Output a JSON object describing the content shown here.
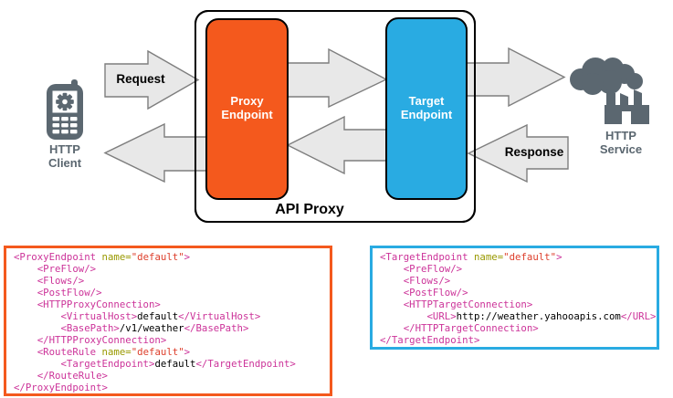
{
  "colors": {
    "proxy_orange": "#F4591D",
    "target_blue": "#29ABE2",
    "icon_gray": "#5B6770",
    "arrow_fill": "#E8E8E8",
    "arrow_stroke": "#7E7E7E",
    "syntax_tag": "#CC3399",
    "syntax_attr": "#999900",
    "syntax_value": "#DD3E2B",
    "syntax_text": "#000000"
  },
  "diagram": {
    "http_client": {
      "label_line1": "HTTP",
      "label_line2": "Client"
    },
    "http_service": {
      "label_line1": "HTTP",
      "label_line2": "Service"
    },
    "api_proxy_label": "API Proxy",
    "proxy_endpoint": {
      "line1": "Proxy",
      "line2": "Endpoint"
    },
    "target_endpoint": {
      "line1": "Target",
      "line2": "Endpoint"
    },
    "request_label": "Request",
    "response_label": "Response"
  },
  "code_boxes": [
    {
      "id": "proxy-endpoint-code",
      "accent": "#F4591D",
      "lines": [
        [
          [
            "tag",
            "<ProxyEndpoint "
          ],
          [
            "attr",
            "name="
          ],
          [
            "val",
            "\"default\""
          ],
          [
            "tag",
            ">"
          ]
        ],
        [
          [
            "tag",
            "    <PreFlow/>"
          ]
        ],
        [
          [
            "tag",
            "    <Flows/>"
          ]
        ],
        [
          [
            "tag",
            "    <PostFlow/>"
          ]
        ],
        [
          [
            "tag",
            "    <HTTPProxyConnection>"
          ]
        ],
        [
          [
            "tag",
            "        <VirtualHost>"
          ],
          [
            "txt",
            "default"
          ],
          [
            "tag",
            "</VirtualHost>"
          ]
        ],
        [
          [
            "tag",
            "        <BasePath>"
          ],
          [
            "txt",
            "/v1/weather"
          ],
          [
            "tag",
            "</BasePath>"
          ]
        ],
        [
          [
            "tag",
            "    </HTTPProxyConnection>"
          ]
        ],
        [
          [
            "tag",
            "    <RouteRule "
          ],
          [
            "attr",
            "name="
          ],
          [
            "val",
            "\"default\""
          ],
          [
            "tag",
            ">"
          ]
        ],
        [
          [
            "tag",
            "        <TargetEndpoint>"
          ],
          [
            "txt",
            "default"
          ],
          [
            "tag",
            "</TargetEndpoint>"
          ]
        ],
        [
          [
            "tag",
            "    </RouteRule>"
          ]
        ],
        [
          [
            "tag",
            "</ProxyEndpoint>"
          ]
        ]
      ]
    },
    {
      "id": "target-endpoint-code",
      "accent": "#29ABE2",
      "lines": [
        [
          [
            "tag",
            "<TargetEndpoint "
          ],
          [
            "attr",
            "name="
          ],
          [
            "val",
            "\"default\""
          ],
          [
            "tag",
            ">"
          ]
        ],
        [
          [
            "tag",
            "    <PreFlow/>"
          ]
        ],
        [
          [
            "tag",
            "    <Flows/>"
          ]
        ],
        [
          [
            "tag",
            "    <PostFlow/>"
          ]
        ],
        [
          [
            "tag",
            "    <HTTPTargetConnection>"
          ]
        ],
        [
          [
            "tag",
            "        <URL>"
          ],
          [
            "txt",
            "http://weather.yahooapis.com"
          ],
          [
            "tag",
            "</URL>"
          ]
        ],
        [
          [
            "tag",
            "    </HTTPTargetConnection>"
          ]
        ],
        [
          [
            "tag",
            "</TargetEndpoint>"
          ]
        ]
      ]
    }
  ]
}
